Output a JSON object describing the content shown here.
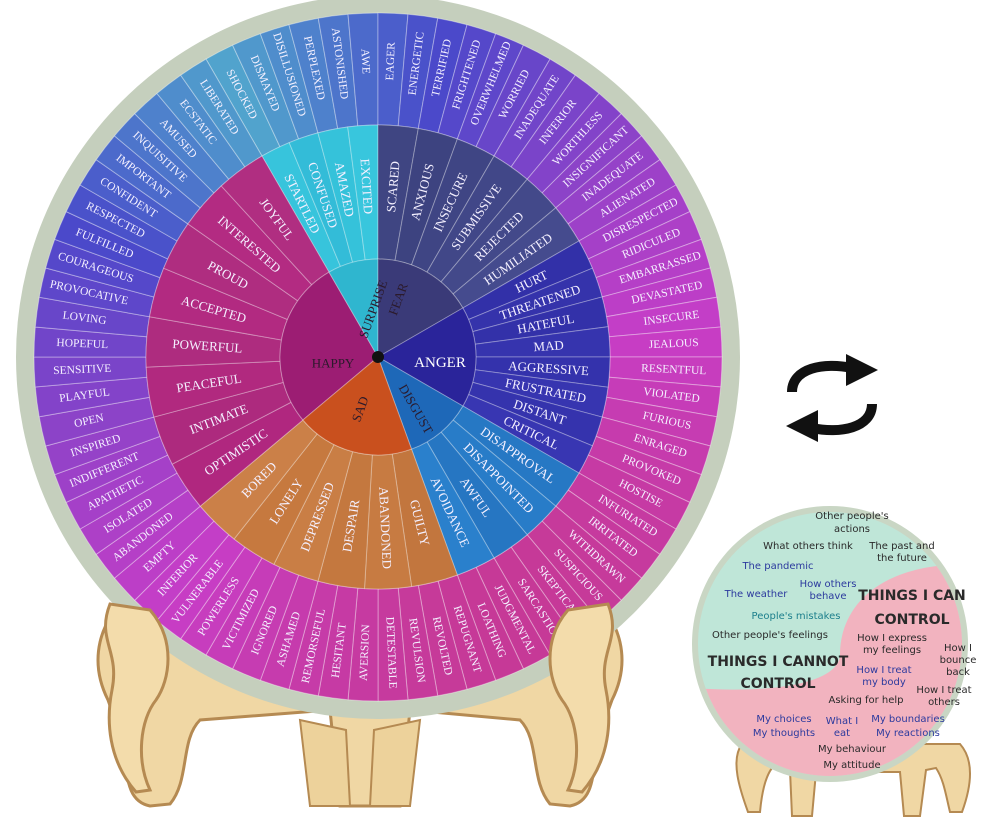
{
  "wheel": {
    "core": [
      {
        "label": "HAPPY",
        "color": "#9c1d73"
      },
      {
        "label": "SURPRISE",
        "color": "#2fb6cf"
      },
      {
        "label": "FEAR",
        "color": "#3a3a78"
      },
      {
        "label": "ANGER",
        "color": "#2a249a"
      },
      {
        "label": "DISGUST",
        "color": "#1e68b8"
      },
      {
        "label": "SAD",
        "color": "#c9501e"
      }
    ],
    "middle": [
      {
        "label": "STARTLED",
        "color": "#37c4dc"
      },
      {
        "label": "CONFUSED",
        "color": "#33bcd8"
      },
      {
        "label": "AMAZED",
        "color": "#35c2da"
      },
      {
        "label": "EXCITED",
        "color": "#38c6dd"
      },
      {
        "label": "SCARED",
        "color": "#3f4582"
      },
      {
        "label": "ANXIOUS",
        "color": "#3d4380"
      },
      {
        "label": "INSECURE",
        "color": "#3f4584"
      },
      {
        "label": "SUBMISSIVE",
        "color": "#414788"
      },
      {
        "label": "REJECTED",
        "color": "#43498a"
      },
      {
        "label": "HUMILIATED",
        "color": "#454b8e"
      },
      {
        "label": "HURT",
        "color": "#3230a8"
      },
      {
        "label": "THREATENED",
        "color": "#3533ab"
      },
      {
        "label": "HATEFUL",
        "color": "#3331a9"
      },
      {
        "label": "MAD",
        "color": "#3634ae"
      },
      {
        "label": "AGGRESSIVE",
        "color": "#3432ac"
      },
      {
        "label": "FRUSTRATED",
        "color": "#3735b0"
      },
      {
        "label": "DISTANT",
        "color": "#3533ad"
      },
      {
        "label": "CRITICAL",
        "color": "#3836b2"
      },
      {
        "label": "DISAPPROVAL",
        "color": "#2678c4"
      },
      {
        "label": "DISAPPOINTED",
        "color": "#287cc8"
      },
      {
        "label": "AWFUL",
        "color": "#2676c2"
      },
      {
        "label": "AVOIDANCE",
        "color": "#2a80cc"
      },
      {
        "label": "GUILTY",
        "color": "#c2763e"
      },
      {
        "label": "ABANDONED",
        "color": "#c77b42"
      },
      {
        "label": "DESPAIR",
        "color": "#c4783f"
      },
      {
        "label": "DEPRESSED",
        "color": "#c97e45"
      },
      {
        "label": "LONELY",
        "color": "#c6793f"
      },
      {
        "label": "BORED",
        "color": "#cb8048"
      },
      {
        "label": "OPTIMISTIC",
        "color": "#b0277f"
      },
      {
        "label": "INTIMATE",
        "color": "#ad2a7e"
      },
      {
        "label": "PEACEFUL",
        "color": "#b1297f"
      },
      {
        "label": "POWERFUL",
        "color": "#ae2c7f"
      },
      {
        "label": "ACCEPTED",
        "color": "#b22a81"
      },
      {
        "label": "PROUD",
        "color": "#af2d80"
      },
      {
        "label": "INTERESTED",
        "color": "#b32b82"
      },
      {
        "label": "JOYFUL",
        "color": "#b02e81"
      }
    ],
    "outer": [
      "SHOCKED",
      "DISMAYED",
      "DISILLUSIONED",
      "PERPLEXED",
      "ASTONISHED",
      "AWE",
      "EAGER",
      "ENERGETIC",
      "TERRIFIED",
      "FRIGHTENED",
      "OVERWHELMED",
      "WORRIED",
      "INADEQUATE",
      "INFERIOR",
      "WORTHLESS",
      "INSIGNIFICANT",
      "INADEQUATE",
      "ALIENATED",
      "DISRESPECTED",
      "RIDICULED",
      "EMBARRASSED",
      "DEVASTATED",
      "INSECURE",
      "JEALOUS",
      "RESENTFUL",
      "VIOLATED",
      "FURIOUS",
      "ENRAGED",
      "PROVOKED",
      "HOSTISE",
      "INFURIATED",
      "IRRITATED",
      "WITHDRAWN",
      "SUSPICIOUS",
      "SKEPTICAL",
      "SARCASTIC",
      "JUDGMENTAL",
      "LOATHING",
      "REPUGNANT",
      "REVOLTED",
      "REVULSION",
      "DETESTABLE",
      "AVERSION",
      "HESITANT",
      "REMORSEFUL",
      "ASHAMED",
      "IGNORED",
      "VICTIMIZED",
      "POWERLESS",
      "VULNERABLE",
      "INFERIOR",
      "EMPTY",
      "ABANDONED",
      "ISOLATED",
      "APATHETIC",
      "INDIFFERENT",
      "INSPIRED",
      "OPEN",
      "PLAYFUL",
      "SENSITIVE",
      "HOPEFUL",
      "LOVING",
      "PROVOCATIVE",
      "COURAGEOUS",
      "FULFILLED",
      "RESPECTED",
      "CONFIDENT",
      "IMPORTANT",
      "INQUISITIVE",
      "AMUSED",
      "ECSTATIC",
      "LIBERATED"
    ]
  },
  "rotate_icon": "rotate-arrows-icon",
  "control_disc": {
    "cannot_title_line1": "THINGS I CANNOT",
    "cannot_title_line2": "CONTROL",
    "can_title_line1": "THINGS I CAN",
    "can_title_line2": "CONTROL",
    "cannot_items": [
      "Other people's",
      "actions",
      "What others think",
      "The past and",
      "the future",
      "The pandemic",
      "The weather",
      "How others",
      "behave",
      "People's mistakes",
      "Other people's feelings"
    ],
    "can_items": [
      "How I express",
      "my feelings",
      "How I",
      "bounce",
      "back",
      "How I treat",
      "my body",
      "Asking for help",
      "How I treat",
      "others",
      "My choices",
      "My thoughts",
      "What I",
      "eat",
      "My boundaries",
      "My reactions",
      "My behaviour",
      "My attitude"
    ],
    "colors": {
      "cannot": "#bfe6d8",
      "can": "#f2b3bf",
      "rim": "#c9d6c4",
      "text_dark": "#2a2a2a",
      "text_blue": "#2c3a9e",
      "text_teal": "#1c7f8c"
    }
  }
}
